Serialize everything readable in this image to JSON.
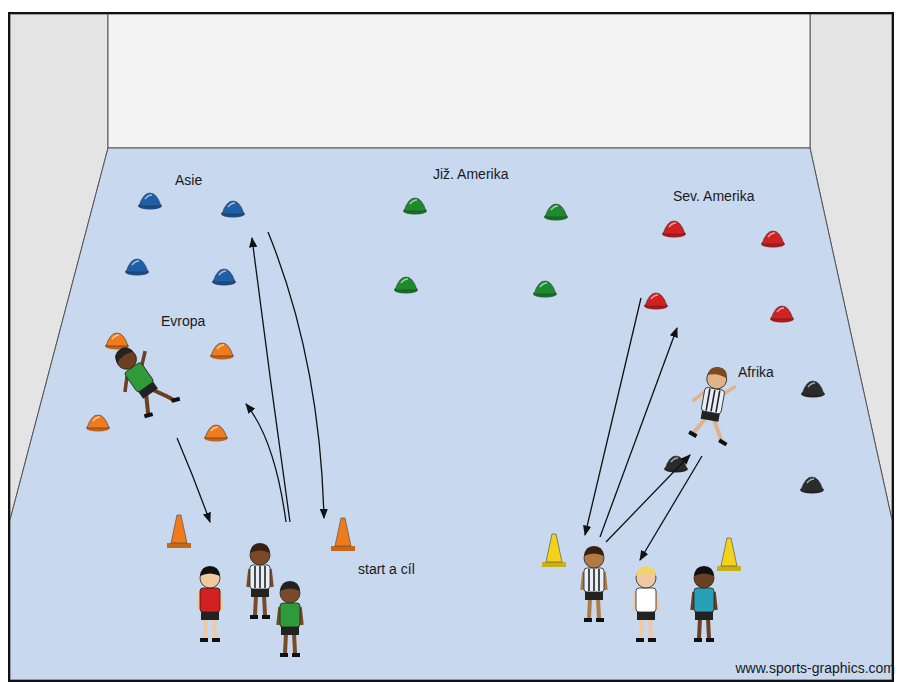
{
  "diagram": {
    "labels": [
      "Asie",
      "Již. Amerika",
      "Sev. Amerika",
      "Evropa",
      "Afrika",
      "start a cíl",
      "www.sports-graphics.com"
    ]
  }
}
